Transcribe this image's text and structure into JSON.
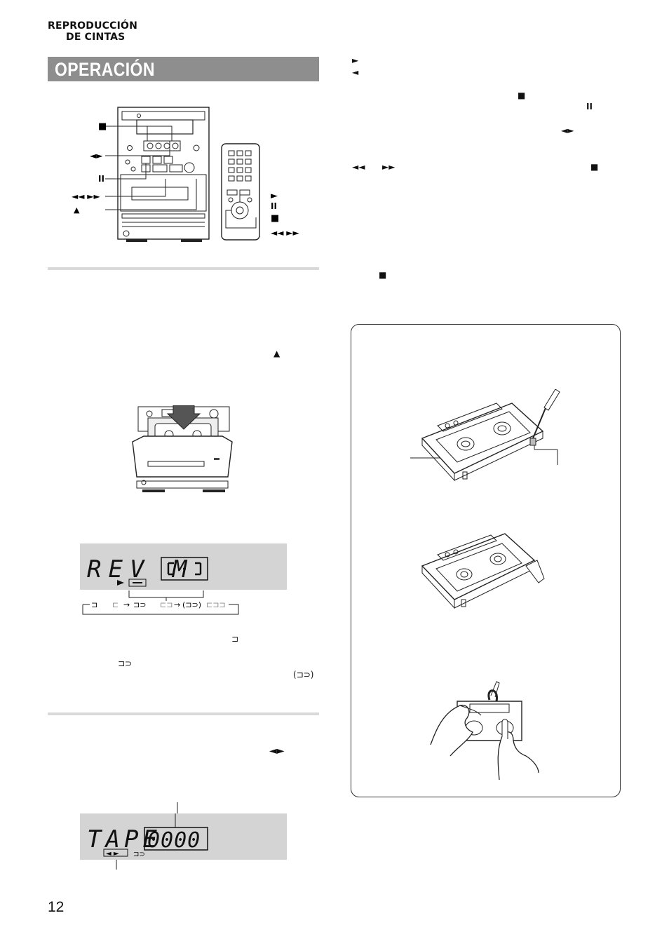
{
  "header": {
    "section_line1": "REPRODUCCIÓN",
    "section_line2": "DE CINTAS",
    "title": "OPERACIÓN"
  },
  "diagram_labels": {
    "stop": "■",
    "play_dir": "◄►",
    "pause": "II",
    "rew_ff": "◄◄ ►►",
    "eject": "▲",
    "remote_play": "►",
    "remote_pause": "II",
    "remote_stop": "■",
    "remote_rew_ff": "◄◄ ►►"
  },
  "right_column_symbols": {
    "fwd": "►",
    "rev": "◄",
    "stop1": "■",
    "pause1": "II",
    "dir": "◄►",
    "rew": "◄◄",
    "ff": "►►",
    "stop2": "■",
    "stop3": "■"
  },
  "left_column_symbols": {
    "eject": "▲",
    "one_side": "⊐",
    "both_sides": "⊐⊃",
    "endless": "(⊐⊃)",
    "dir": "◄►"
  },
  "display_rev": {
    "text": "REV M",
    "mode_sequence": [
      "⊐",
      "⊐⊃",
      "(⊐⊃)"
    ]
  },
  "display_tape": {
    "label": "TAPE",
    "counter": "0000",
    "dir_indicator": "◄ ►",
    "mode_icon": "⊐⊃"
  },
  "page_number": "12"
}
